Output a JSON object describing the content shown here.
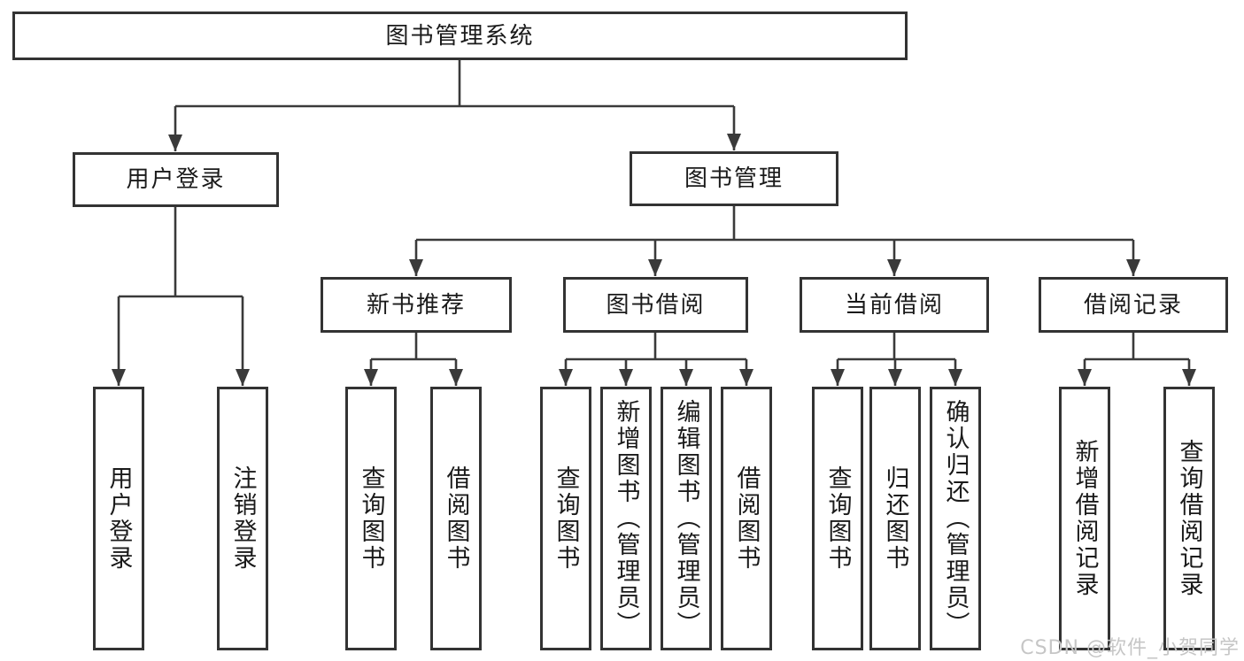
{
  "colors": {
    "line": "#3a3a3a",
    "box_border": "#333333",
    "text": "#1a1a1a",
    "background": "#ffffff",
    "watermark_text": "#c6c6c6"
  },
  "diagram": {
    "type": "hierarchy-tree",
    "root": {
      "label": "图书管理系统",
      "children": [
        {
          "label": "用户登录",
          "children": [
            {
              "label": "用户登录"
            },
            {
              "label": "注销登录"
            }
          ]
        },
        {
          "label": "图书管理",
          "children": [
            {
              "label": "新书推荐",
              "children": [
                {
                  "label": "查询图书"
                },
                {
                  "label": "借阅图书"
                }
              ]
            },
            {
              "label": "图书借阅",
              "children": [
                {
                  "label": "查询图书"
                },
                {
                  "label": "新增图书（管理员）"
                },
                {
                  "label": "编辑图书（管理员）"
                },
                {
                  "label": "借阅图书"
                }
              ]
            },
            {
              "label": "当前借阅",
              "children": [
                {
                  "label": "查询图书"
                },
                {
                  "label": "归还图书"
                },
                {
                  "label": "确认归还（管理员）"
                }
              ]
            },
            {
              "label": "借阅记录",
              "children": [
                {
                  "label": "新增借阅记录"
                },
                {
                  "label": "查询借阅记录"
                }
              ]
            }
          ]
        }
      ]
    }
  },
  "watermark": "CSDN @软件_小贺同学"
}
